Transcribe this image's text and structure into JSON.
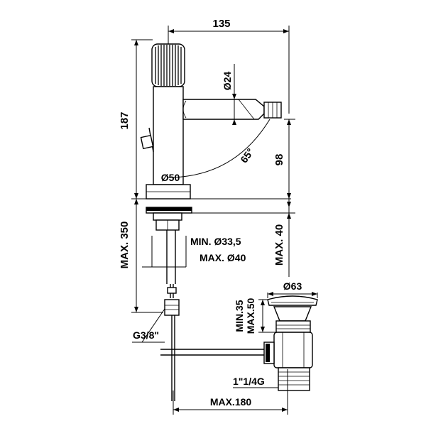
{
  "dimensions": {
    "width_top": "135",
    "handle_diameter": "Ø24",
    "height_total": "187",
    "angle": "65°",
    "spout_height": "98",
    "base_diameter": "Ø50",
    "max_depth": "MAX. 350",
    "hole_min": "MIN. Ø33,5",
    "hole_max": "MAX. Ø40",
    "deck_max": "MAX. 40",
    "waste_diameter": "Ø63",
    "waste_min": "MIN.35",
    "waste_max": "MAX.50",
    "hose_thread": "G3/8\"",
    "waste_thread": "1\"1/4G",
    "max_length": "MAX.180"
  }
}
